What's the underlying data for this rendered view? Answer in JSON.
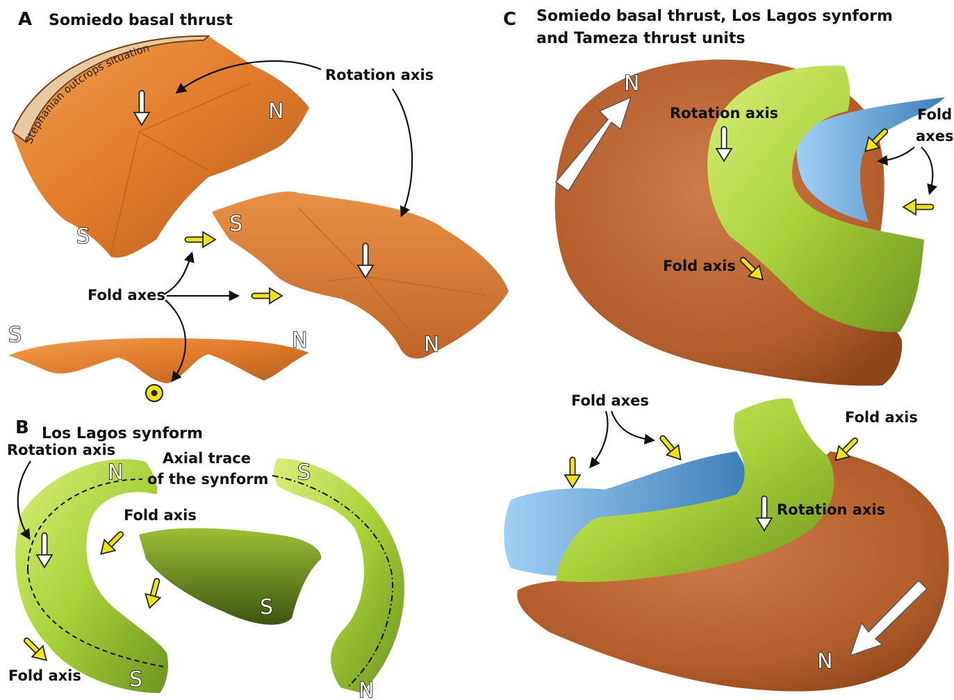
{
  "panels": {
    "a": {
      "letter": "A",
      "title": "Somiedo basal thrust"
    },
    "b": {
      "letter": "B",
      "title": "Los Lagos synform"
    },
    "c": {
      "letter": "C",
      "title_line1": "Somiedo basal thrust, Los Lagos synform",
      "title_line2": "and Tameza thrust units"
    }
  },
  "labels": {
    "rotation_axis": "Rotation axis",
    "fold_axes": "Fold axes",
    "fold_axis": "Fold axis",
    "fold_line1": "Fold",
    "axes_line2": "axes",
    "axial_trace_line1": "Axial trace",
    "axial_trace_line2": "of the synform",
    "stephanian": "Stephanian outcrops situation"
  },
  "cardinal": {
    "north": "N",
    "south": "S"
  },
  "colors": {
    "thrust_orange": "#e07a2a",
    "thrust_dark": "#a4521a",
    "synform_green": "#a9d13a",
    "synform_dark": "#5f7d16",
    "tameza_blue": "#5b9bd0",
    "fold_arrow_yellow": "#f3e213",
    "stephanian_band": "#e9c9a2"
  }
}
